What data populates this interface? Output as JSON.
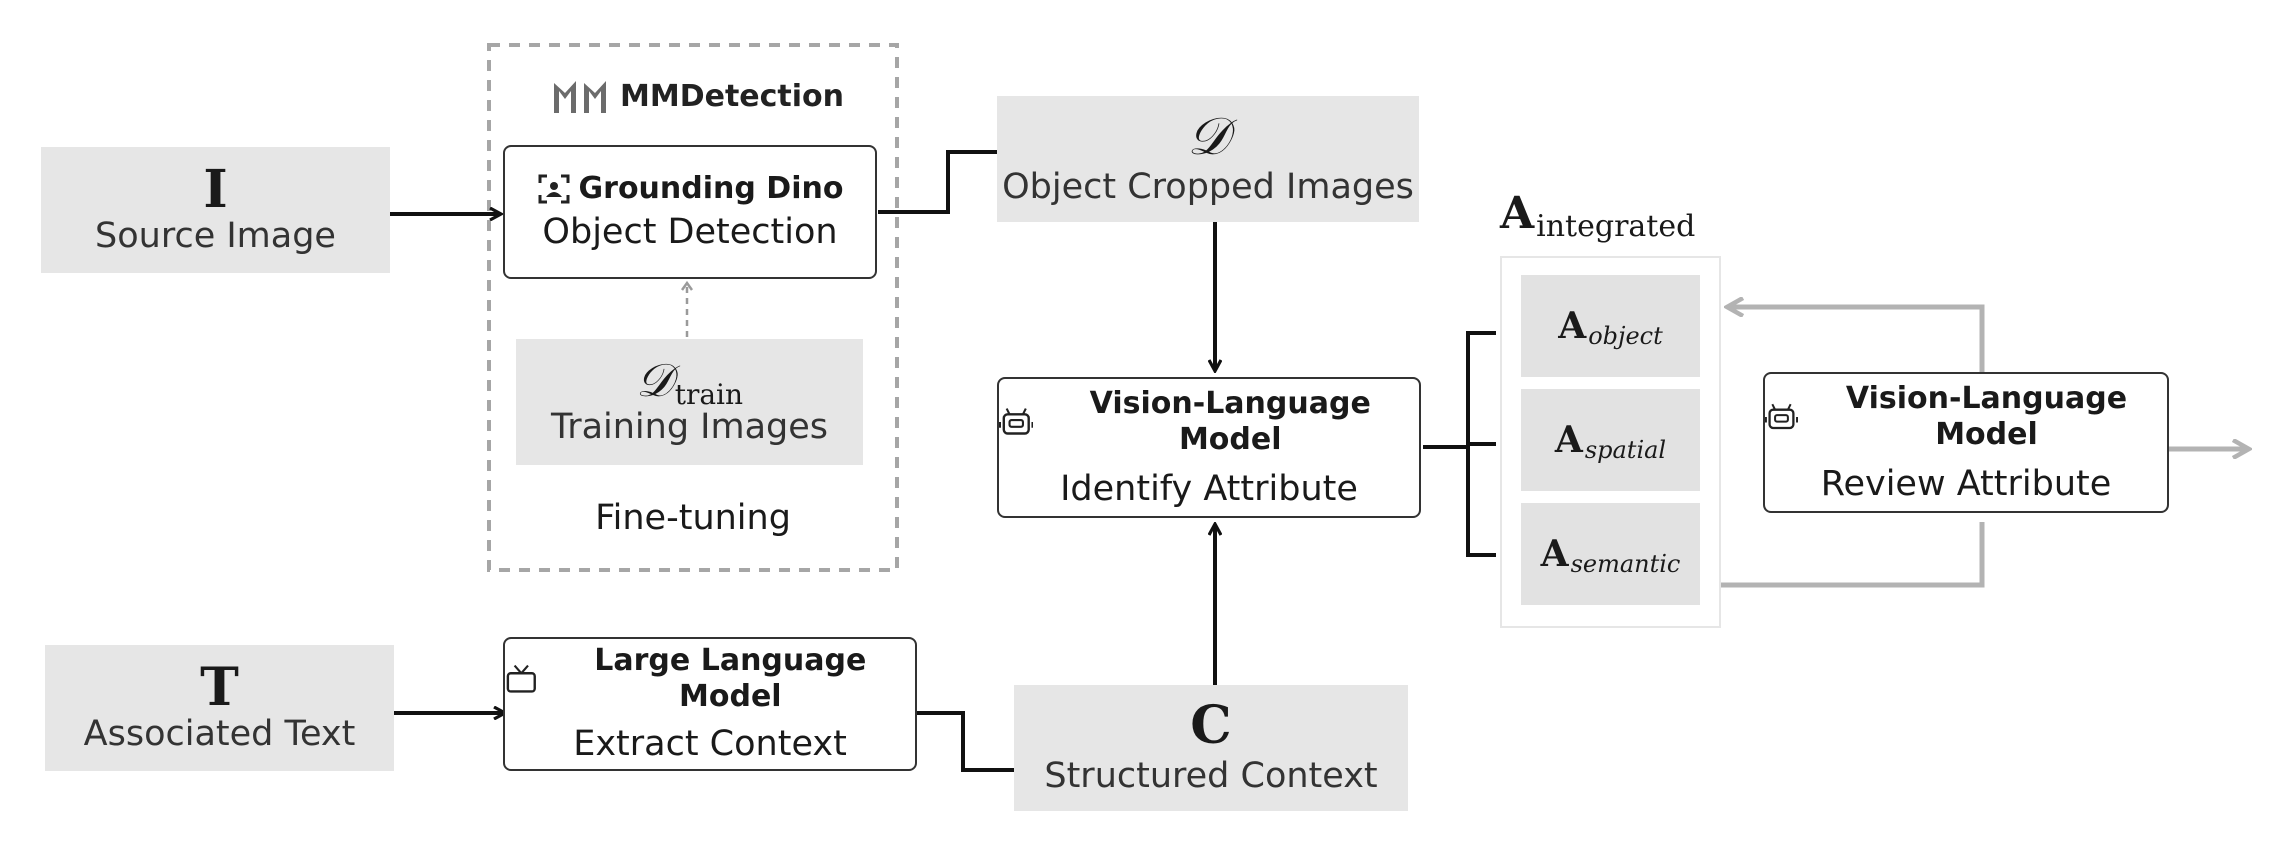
{
  "source": {
    "symbol": "I",
    "label": "Source Image"
  },
  "mmdetection": {
    "logo_text": "MMDetection",
    "caption": "Fine-tuning"
  },
  "grounding": {
    "title": "Grounding Dino",
    "subtitle": "Object Detection"
  },
  "train": {
    "symbol": "𝒟",
    "subscript": "train",
    "label": "Training Images"
  },
  "cropped": {
    "symbol": "𝒟",
    "label": "Object Cropped Images"
  },
  "vlm_identify": {
    "title": "Vision-Language Model",
    "subtitle": "Identify Attribute"
  },
  "text_in": {
    "symbol": "T",
    "label": "Associated Text"
  },
  "llm": {
    "title": "Large Language Model",
    "subtitle": "Extract Context"
  },
  "context": {
    "symbol": "C",
    "label": "Structured Context"
  },
  "integrated": {
    "symbol": "A",
    "subscript": "integrated"
  },
  "attributes": [
    {
      "symbol": "A",
      "subscript": "object"
    },
    {
      "symbol": "A",
      "subscript": "spatial"
    },
    {
      "symbol": "A",
      "subscript": "semantic"
    }
  ],
  "vlm_review": {
    "title": "Vision-Language Model",
    "subtitle": "Review Attribute"
  },
  "colors": {
    "box_fill": "#e6e6e6",
    "line": "#111111",
    "feedback": "#b3b3b3",
    "dashed": "#9a9a9a"
  }
}
